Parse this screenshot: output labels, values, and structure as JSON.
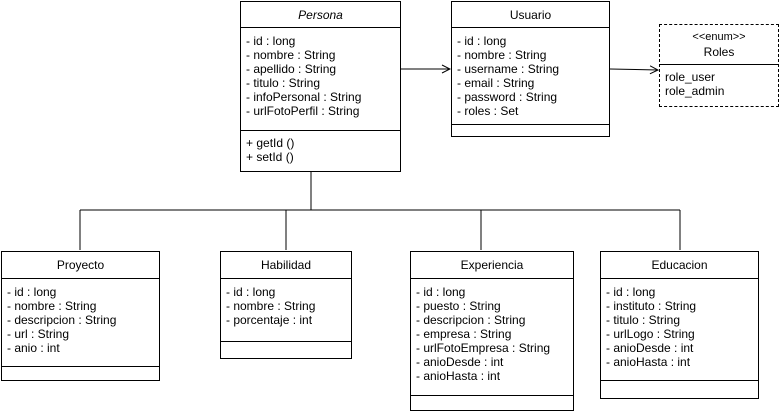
{
  "persona": {
    "name": "Persona",
    "attributes": [
      "- id : long",
      "- nombre : String",
      "- apellido : String",
      "- titulo : String",
      "- infoPersonal : String",
      "- urlFotoPerfil : String"
    ],
    "methods": [
      "+ getId ()",
      "+ setId ()"
    ]
  },
  "usuario": {
    "name": "Usuario",
    "attributes": [
      "- id : long",
      "- nombre : String",
      "- username : String",
      "- email : String",
      "- password : String",
      "- roles : Set"
    ]
  },
  "roles": {
    "stereotype": "<<enum>>",
    "name": "Roles",
    "values": [
      "role_user",
      "role_admin"
    ]
  },
  "proyecto": {
    "name": "Proyecto",
    "attributes": [
      "- id : long",
      "- nombre : String",
      "- descripcion : String",
      "- url : String",
      "- anio : int"
    ]
  },
  "habilidad": {
    "name": "Habilidad",
    "attributes": [
      "- id : long",
      "- nombre : String",
      "- porcentaje : int"
    ]
  },
  "experiencia": {
    "name": "Experiencia",
    "attributes": [
      "- id : long",
      "- puesto : String",
      "- descripcion : String",
      "- empresa : String",
      "- urlFotoEmpresa : String",
      "- anioDesde : int",
      "- anioHasta : int"
    ]
  },
  "educacion": {
    "name": "Educacion",
    "attributes": [
      "- id : long",
      "- instituto : String",
      "- titulo : String",
      "- urlLogo : String",
      "- anioDesde : int",
      "- anioHasta : int"
    ]
  }
}
